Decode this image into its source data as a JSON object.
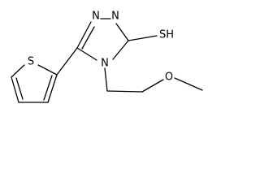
{
  "molecule": {
    "atoms": {
      "ring_n1": "N",
      "ring_n2": "N",
      "ring_n4": "N",
      "thiol": "SH",
      "thiophene_s": "S",
      "ether_o": "O"
    }
  }
}
